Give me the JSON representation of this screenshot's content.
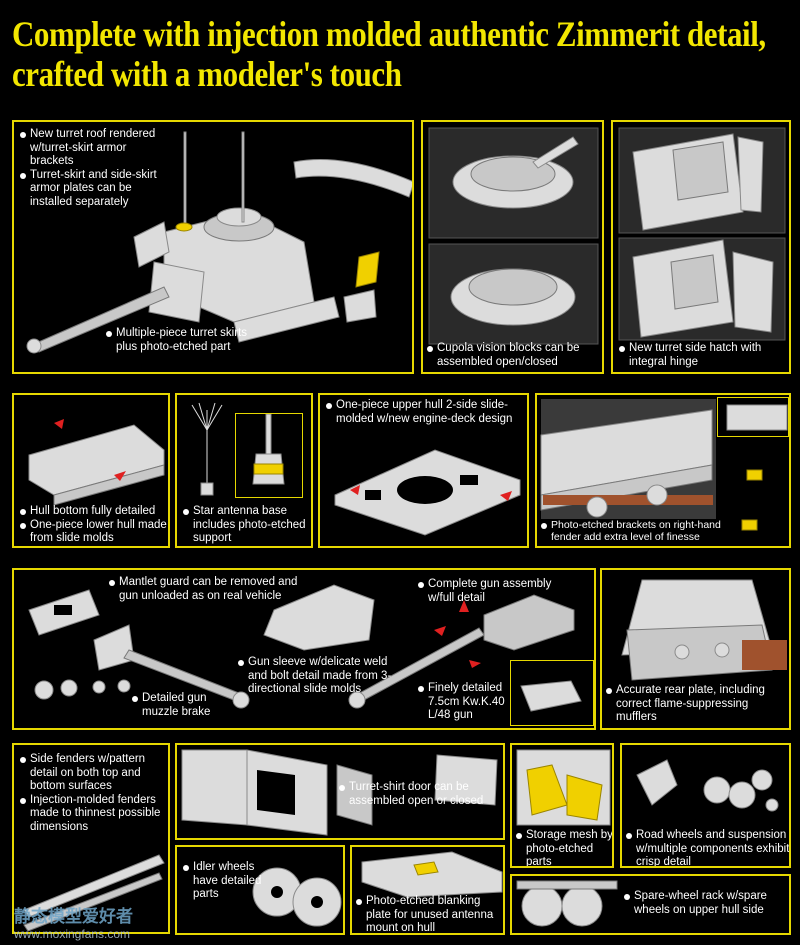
{
  "headline": {
    "line1": "Complete with injection molded authentic Zimmerit detail,",
    "line2": "crafted with a modeler's touch"
  },
  "panels": {
    "turret": {
      "items": [
        "New turret roof rendered w/turret-skirt armor brackets",
        "Turret-skirt and side-skirt armor plates can be installed separately"
      ],
      "bottom": [
        "Multiple-piece turret skirts plus photo-etched part"
      ]
    },
    "cupola": {
      "items": [
        "Cupola vision blocks can be assembled open/closed"
      ]
    },
    "hatch": {
      "items": [
        "New turret side hatch with integral hinge"
      ]
    },
    "hull_bottom": {
      "items": [
        "Hull bottom fully detailed",
        "One-piece lower hull made from slide molds"
      ]
    },
    "antenna": {
      "items": [
        "Star antenna base includes photo-etched support"
      ]
    },
    "upper_hull": {
      "items": [
        "One-piece upper hull 2-side slide-molded w/new engine-deck design"
      ]
    },
    "brackets": {
      "items": [
        "Photo-etched brackets on right-hand fender add extra level of finesse"
      ]
    },
    "gun": {
      "mantlet": [
        "Mantlet guard can be removed and gun unloaded as on real vehicle"
      ],
      "sleeve": [
        "Gun sleeve w/delicate weld and bolt detail made from 3-directional slide molds"
      ],
      "muzzle": [
        "Detailed gun muzzle brake"
      ],
      "assembly": [
        "Complete gun assembly w/full detail"
      ],
      "finely": [
        "Finely detailed 7.5cm Kw.K.40 L/48 gun"
      ]
    },
    "rear": {
      "items": [
        "Accurate rear plate, including correct flame-suppressing mufflers"
      ]
    },
    "fenders": {
      "items": [
        "Side fenders w/pattern detail on both top and bottom surfaces",
        "Injection-molded fenders made to thinnest possible dimensions"
      ]
    },
    "door": {
      "items": [
        "Turret-shirt door can be assembled open or closed"
      ]
    },
    "mesh": {
      "items": [
        "Storage mesh by photo-etched parts"
      ]
    },
    "roadwheels": {
      "items": [
        "Road wheels and suspension w/multiple components exhibit crisp detail"
      ]
    },
    "idler": {
      "items": [
        "Idler wheels have detailed parts"
      ]
    },
    "blanking": {
      "items": [
        "Photo-etched blanking plate for unused antenna mount on hull"
      ]
    },
    "spare": {
      "items": [
        "Spare-wheel rack w/spare wheels on upper hull side"
      ]
    }
  },
  "watermark": {
    "name": "静态模型爱好者",
    "url": "www.moxingfans.com"
  },
  "colors": {
    "accent": "#f2e600",
    "border": "#e6d800",
    "plastic": "#dcdcdc",
    "etched": "#f0d000",
    "arrow": "#e02020"
  }
}
